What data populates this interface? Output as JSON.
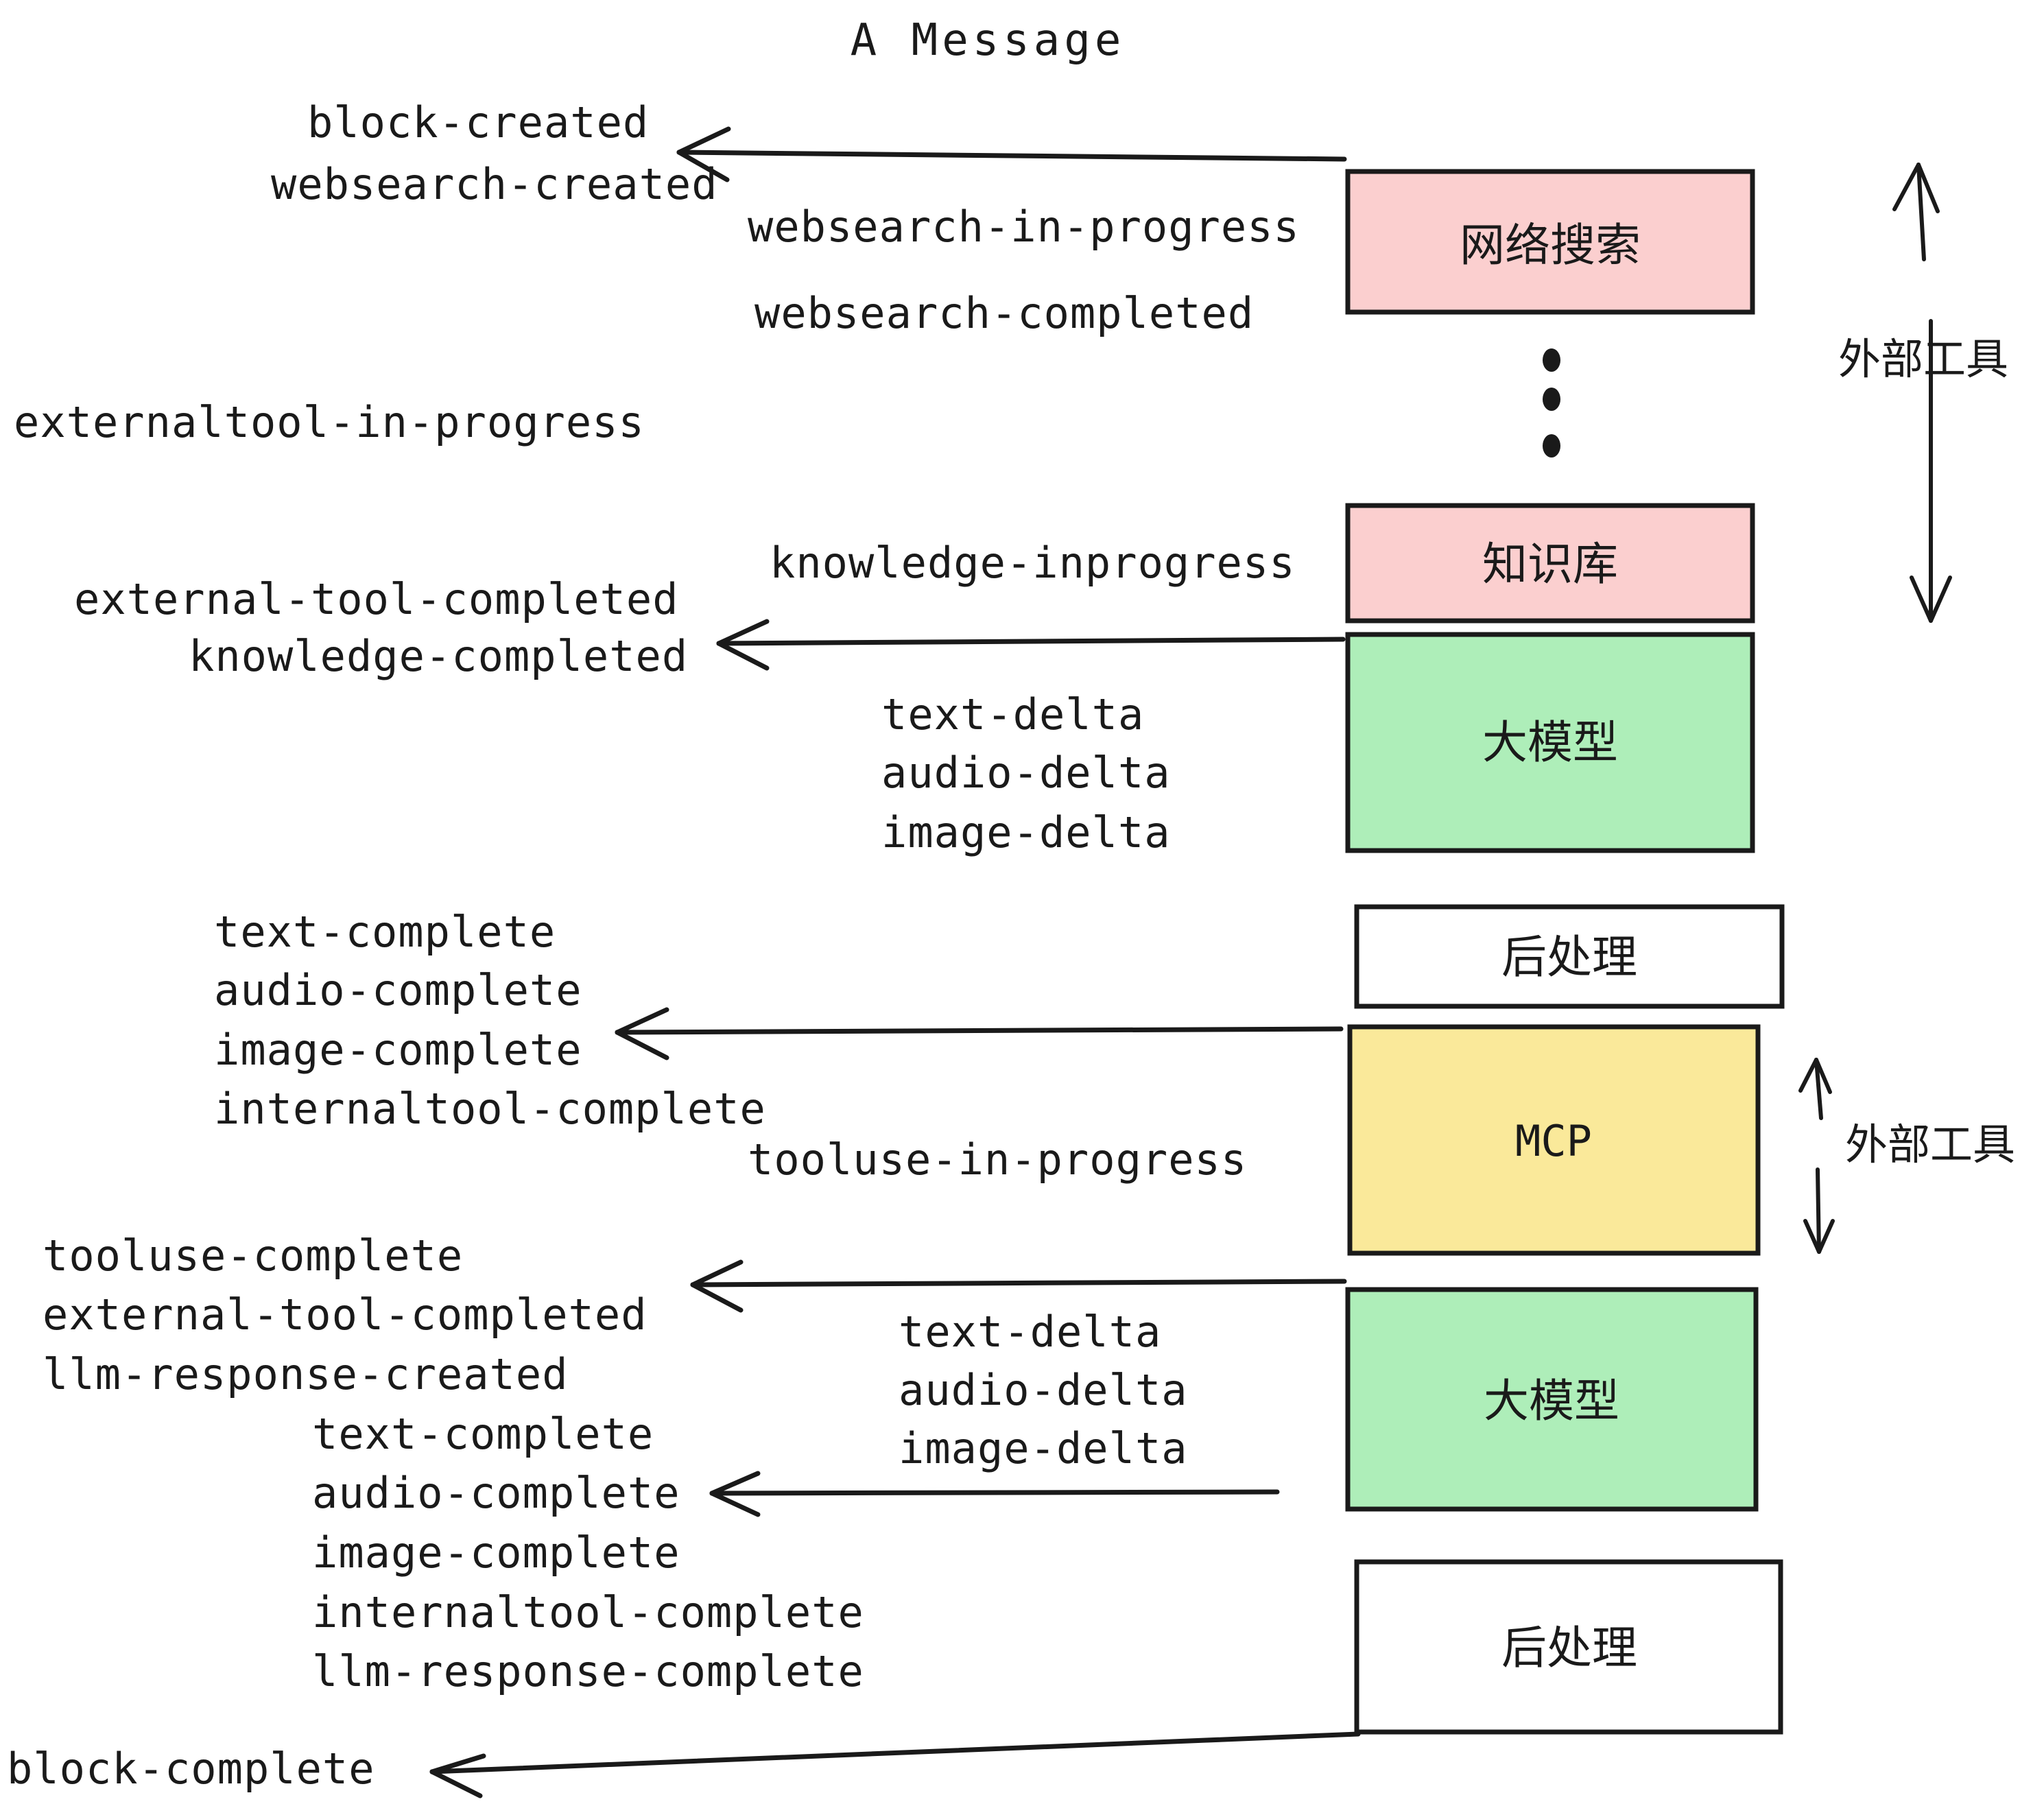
{
  "title": "A Message",
  "colors": {
    "external_tool_box": "#fbcfcf",
    "llm_box": "#aeeeb9",
    "mcp_box": "#fae99a",
    "postprocess_box": "#ffffff",
    "stroke": "#1a1a1a",
    "background": "#ffffff"
  },
  "boxes": [
    {
      "id": "websearch",
      "label": "网络搜索",
      "fill_key": "external_tool_box"
    },
    {
      "id": "knowledge",
      "label": "知识库",
      "fill_key": "external_tool_box"
    },
    {
      "id": "llm-1",
      "label": "大模型",
      "fill_key": "llm_box"
    },
    {
      "id": "postprocess-1",
      "label": "后处理",
      "fill_key": "postprocess_box"
    },
    {
      "id": "mcp",
      "label": "MCP",
      "fill_key": "mcp_box"
    },
    {
      "id": "llm-2",
      "label": "大模型",
      "fill_key": "llm_box"
    },
    {
      "id": "postprocess-2",
      "label": "后处理",
      "fill_key": "postprocess_box"
    }
  ],
  "side_labels": [
    {
      "id": "external-tools-top",
      "text": "外部工具"
    },
    {
      "id": "external-tools-bottom",
      "text": "外部工具"
    }
  ],
  "events": {
    "block_created": "block-created",
    "websearch_created": "websearch-created",
    "websearch_in_progress": "websearch-in-progress",
    "websearch_completed": "websearch-completed",
    "externaltool_in_progress": "externaltool-in-progress",
    "knowledge_inprogress": "knowledge-inprogress",
    "external_tool_completed_1": "external-tool-completed",
    "knowledge_completed": "knowledge-completed",
    "text_delta_1": "text-delta",
    "audio_delta_1": "audio-delta",
    "image_delta_1": "image-delta",
    "text_complete_1": "text-complete",
    "audio_complete_1": "audio-complete",
    "image_complete_1": "image-complete",
    "internaltool_complete_1": "internaltool-complete",
    "tooluse_in_progress": "tooluse-in-progress",
    "tooluse_complete": "tooluse-complete",
    "external_tool_completed_2": "external-tool-completed",
    "llm_response_created": "llm-response-created",
    "text_delta_2": "text-delta",
    "audio_delta_2": "audio-delta",
    "image_delta_2": "image-delta",
    "text_complete_2": "text-complete",
    "audio_complete_2": "audio-complete",
    "image_complete_2": "image-complete",
    "internaltool_complete_2": "internaltool-complete",
    "llm_response_complete": "llm-response-complete",
    "block_complete": "block-complete"
  }
}
